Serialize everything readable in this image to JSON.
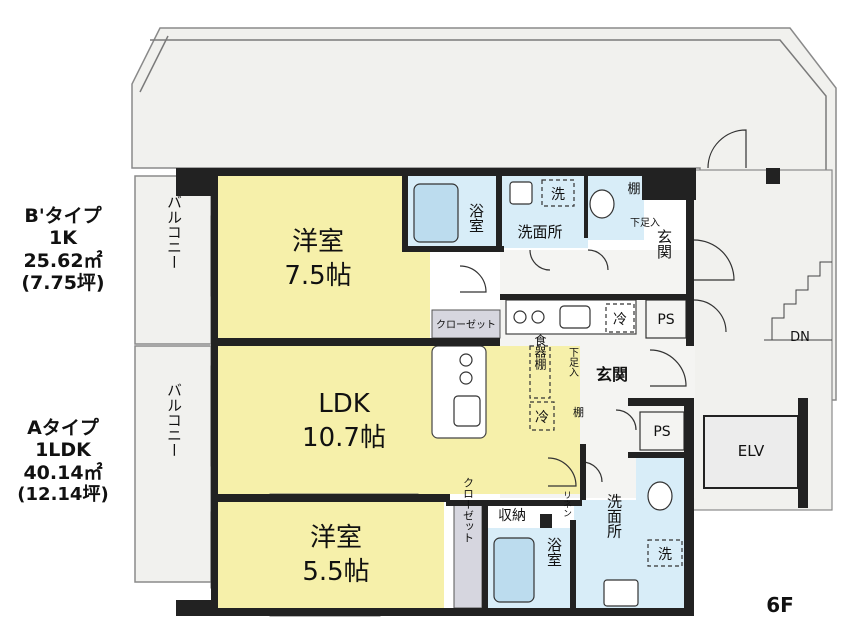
{
  "unit_b": {
    "type_name": "B'タイプ",
    "layout": "1K",
    "area_m2": "25.62㎡",
    "area_tsubo": "(7.75坪)",
    "rooms": {
      "western": "洋室",
      "western_size": "7.5帖",
      "bath": "浴室",
      "washroom": "洗面所",
      "wash_machine": "洗",
      "shelf": "棚",
      "shoe_box": "下足入",
      "entrance": "玄関",
      "closet": "クローゼット",
      "fridge": "冷",
      "ps": "PS",
      "balcony": "バルコニー"
    }
  },
  "unit_a": {
    "type_name": "Aタイプ",
    "layout": "1LDK",
    "area_m2": "40.14㎡",
    "area_tsubo": "(12.14坪)",
    "rooms": {
      "ldk": "LDK",
      "ldk_size": "10.7帖",
      "western": "洋室",
      "western_size": "5.5帖",
      "bath": "浴室",
      "washroom": "洗面所",
      "wash_machine": "洗",
      "storage": "収納",
      "linen": "リネン",
      "shelf": "棚",
      "shoe_box": "下足入",
      "entrance": "玄関",
      "closet": "クローゼット",
      "dish_shelf": "食器棚",
      "fridge": "冷",
      "ps": "PS",
      "balcony": "バルコニー"
    }
  },
  "common": {
    "elevator": "ELV",
    "stairs_down": "DN",
    "floor": "6F"
  }
}
